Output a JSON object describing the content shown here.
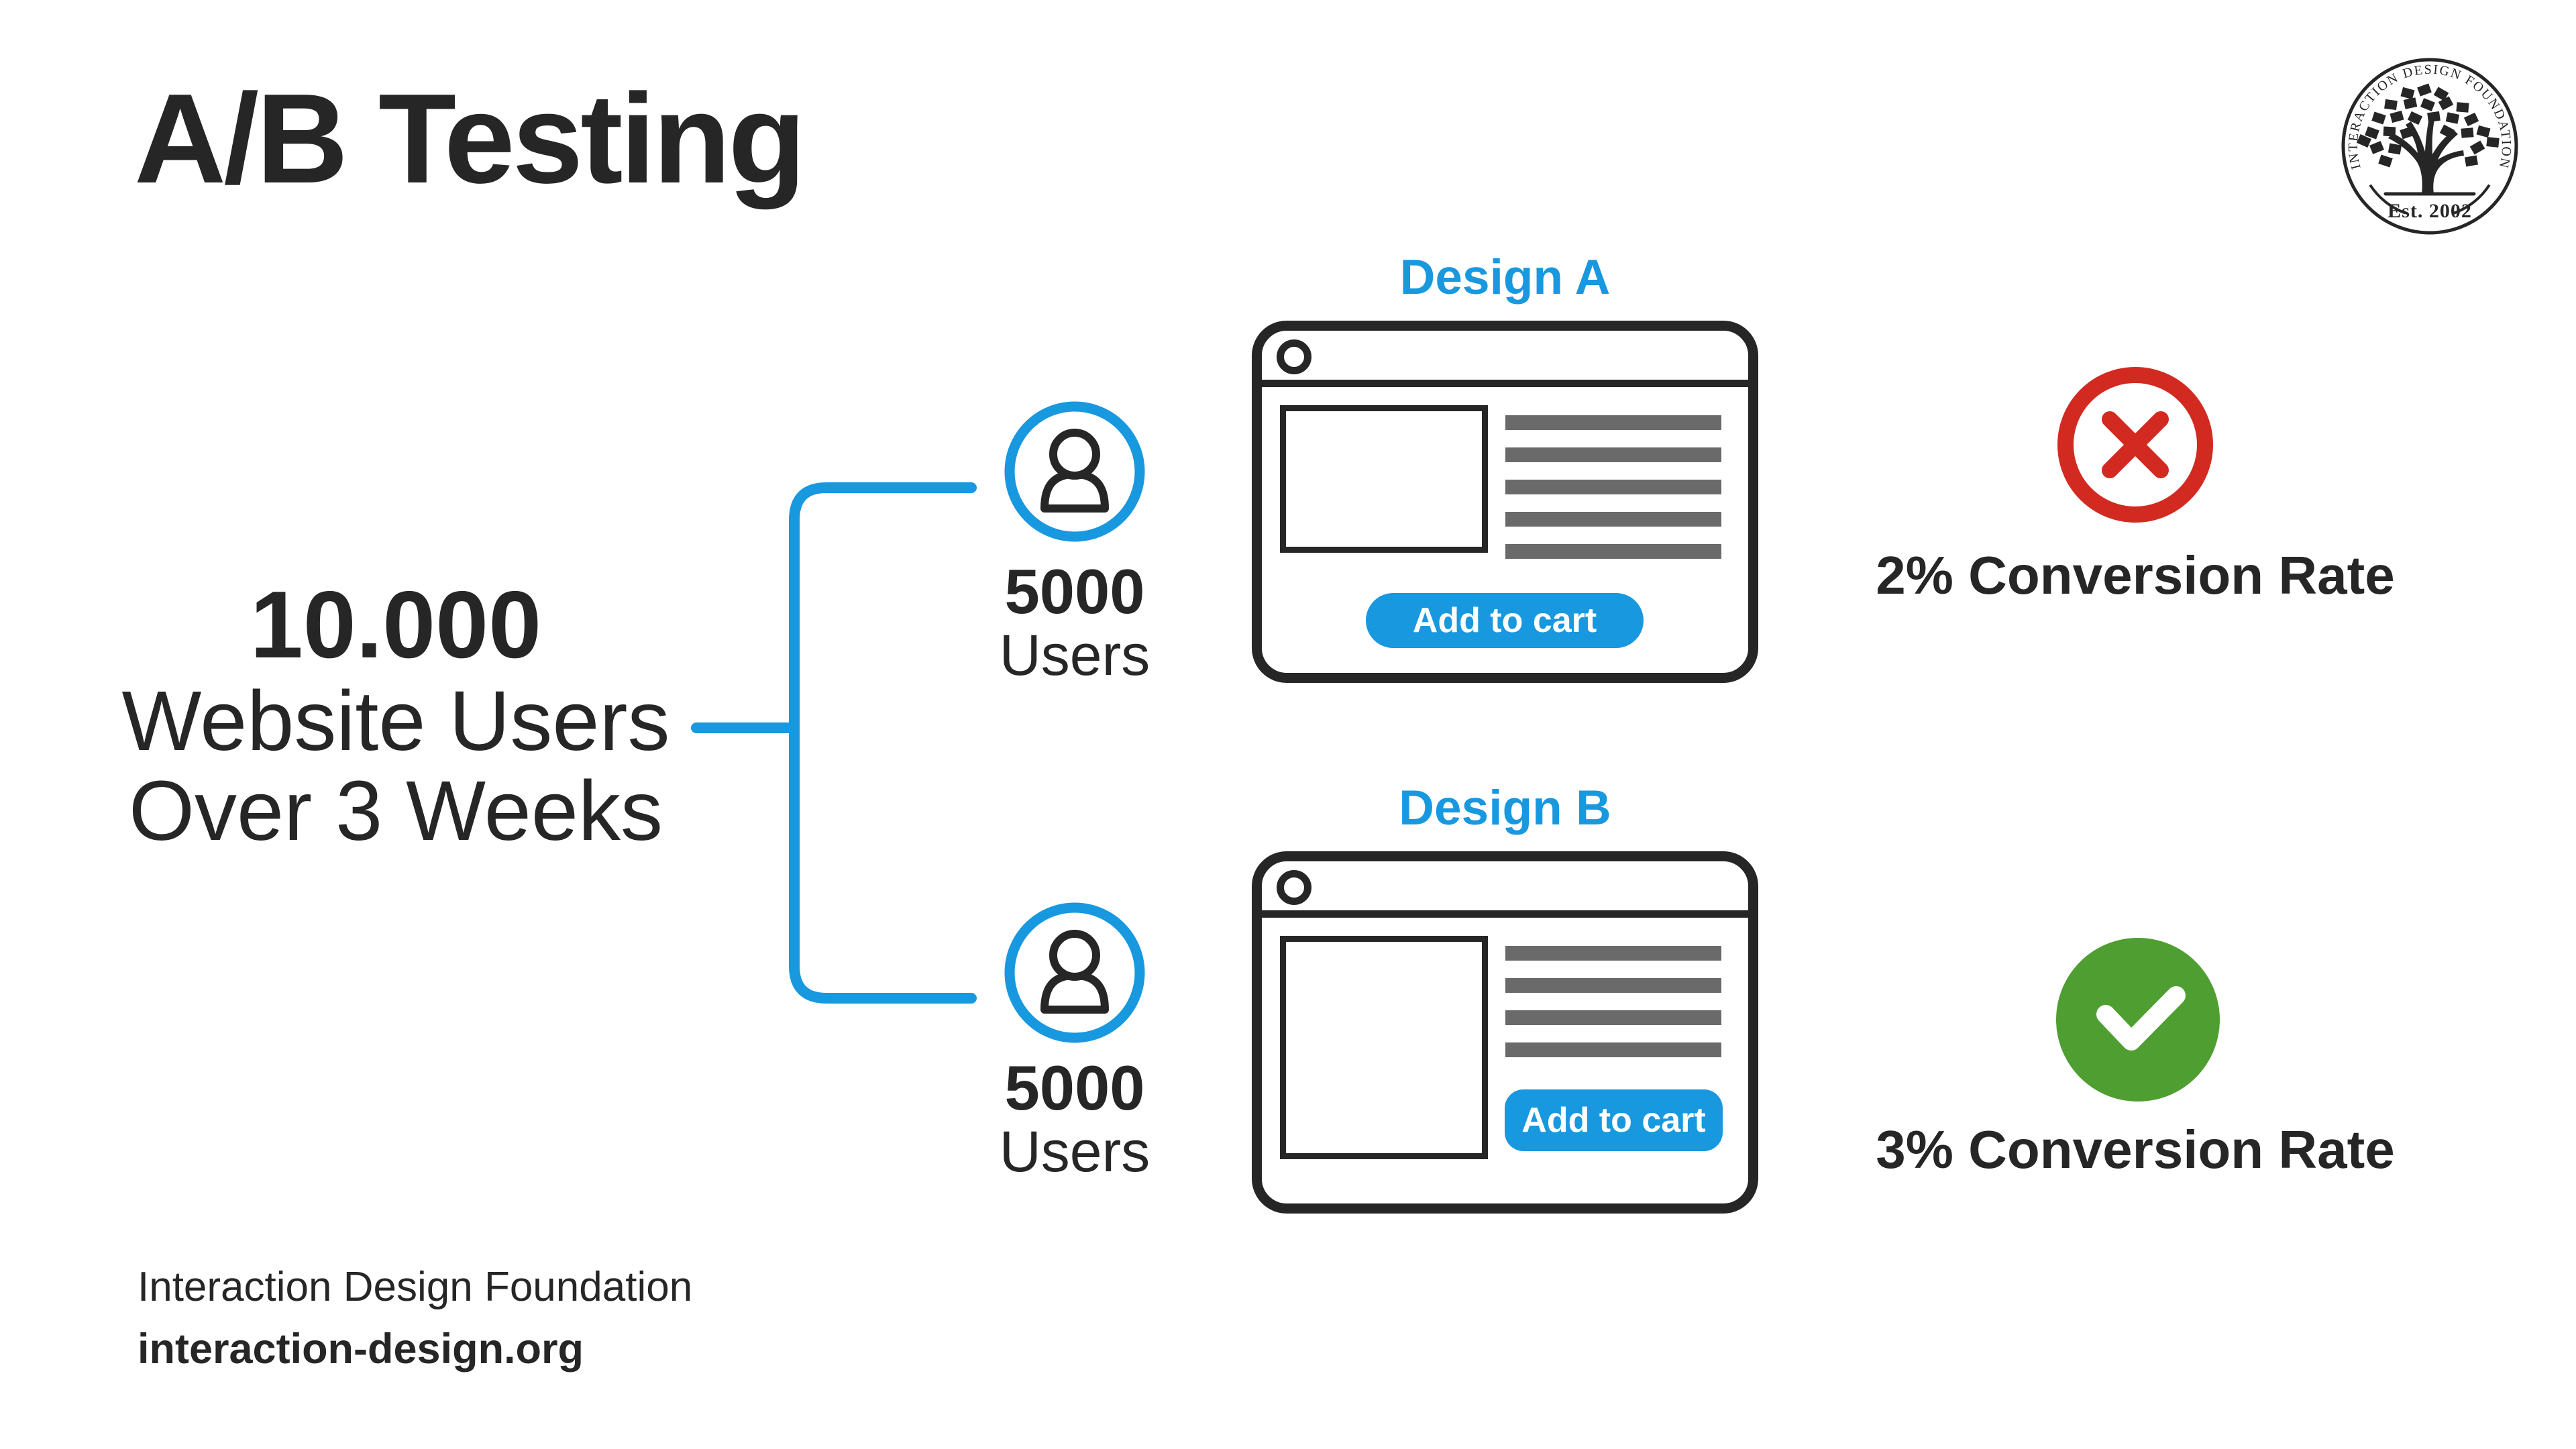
{
  "title": "A/B Testing",
  "logo": {
    "arc_text": "INTERACTION DESIGN FOUNDATION",
    "est_text": "Est. 2002"
  },
  "audience": {
    "count": "10.000",
    "line2": "Website Users",
    "line3": "Over 3 Weeks"
  },
  "branch_a": {
    "users_count": "5000",
    "users_label": "Users",
    "design_label": "Design A",
    "button_label": "Add to cart",
    "result_text": "2% Conversion Rate",
    "result": "negative"
  },
  "branch_b": {
    "users_count": "5000",
    "users_label": "Users",
    "design_label": "Design B",
    "button_label": "Add to cart",
    "result_text": "3% Conversion Rate",
    "result": "positive"
  },
  "footer": {
    "org_name": "Interaction Design Foundation",
    "website": "interaction-design.org"
  },
  "colors": {
    "dark": "#262626",
    "accent_blue": "#1898DF",
    "gray_bar": "#6A6A6A",
    "error_red": "#D22A21",
    "success_green": "#4E9E31"
  }
}
